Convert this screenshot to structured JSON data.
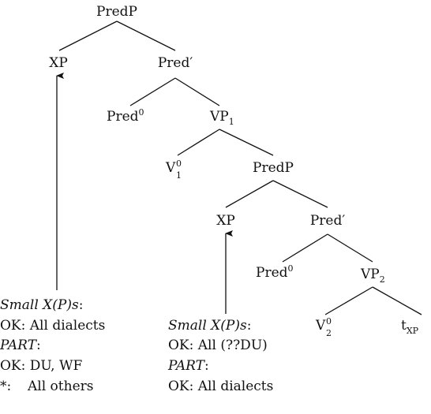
{
  "nodes": {
    "root": "PredP",
    "xp_upper": "XP",
    "pred_bar_upper": "Pred′",
    "pred0_upper_base": "Pred",
    "pred0_upper_sup": "0",
    "vp1_base": "VP",
    "vp1_sub": "1",
    "v1_base": "V",
    "v1_sup": "0",
    "v1_sub": "1",
    "predp_lower": "PredP",
    "xp_lower": "XP",
    "pred_bar_lower": "Pred′",
    "pred0_lower_base": "Pred",
    "pred0_lower_sup": "0",
    "vp2_base": "VP",
    "vp2_sub": "2",
    "v2_base": "V",
    "v2_sup": "0",
    "v2_sub": "2",
    "trace_base": "t",
    "trace_sub": "XP"
  },
  "annotations": {
    "left": {
      "small_xp": "Small X(P)s",
      "small_xp_colon": ":",
      "small_xp_judgment": "OK: All dialects",
      "part": "PART",
      "part_colon": ":",
      "part_judgment": "OK: DU, WF",
      "star_label": "*:",
      "star_judgment": "All others"
    },
    "right": {
      "small_xp": "Small X(P)s",
      "small_xp_colon": ":",
      "small_xp_judgment": "OK: All (??DU)",
      "part": "PART",
      "part_colon": ":",
      "part_judgment": "OK: All dialects"
    }
  }
}
